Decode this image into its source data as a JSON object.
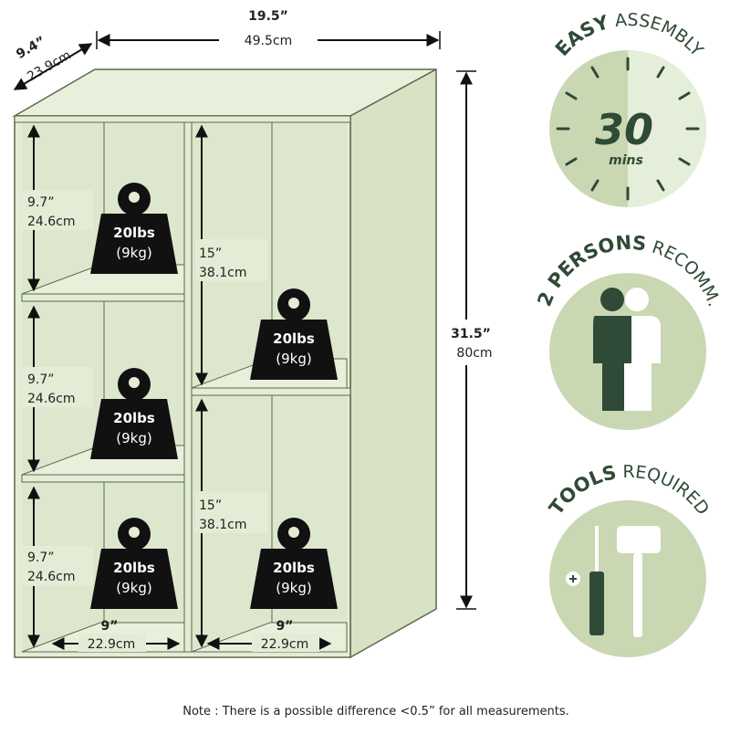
{
  "dimensions": {
    "width_in": "19.5”",
    "width_cm": "49.5cm",
    "depth_in": "9.4”",
    "depth_cm": "23.9cm",
    "height_in": "31.5”",
    "height_cm": "80cm"
  },
  "left_cubbies": [
    {
      "height_in": "9.7”",
      "height_cm": "24.6cm"
    },
    {
      "height_in": "9.7”",
      "height_cm": "24.6cm"
    },
    {
      "height_in": "9.7”",
      "height_cm": "24.6cm"
    }
  ],
  "right_cubbies": [
    {
      "height_in": "15”",
      "height_cm": "38.1cm"
    },
    {
      "height_in": "15”",
      "height_cm": "38.1cm"
    }
  ],
  "cubby_widths": [
    {
      "in": "9”",
      "cm": "22.9cm"
    },
    {
      "in": "9”",
      "cm": "22.9cm"
    }
  ],
  "weight": {
    "lbs": "20lbs",
    "kg": "(9kg)"
  },
  "badges": {
    "assembly": {
      "bold": "EASY",
      "light": " ASSEMBLY",
      "number": "30",
      "unit": "mins"
    },
    "persons": {
      "bold": "2 PERSONS",
      "light": " RECOMM."
    },
    "tools": {
      "bold": "TOOLS",
      "light": " REQUIRED"
    }
  },
  "note": "Note : There is a possible difference <0.5” for all measurements.",
  "colors": {
    "shelf_front": "#e3ecd5",
    "shelf_side": "#d8e3c6",
    "shelf_outline": "#5b6a4c",
    "weight": "#111111",
    "badge_circle": "#c9d7b3",
    "badge_light": "#e5eed9",
    "badge_dark": "#2f4a37"
  }
}
